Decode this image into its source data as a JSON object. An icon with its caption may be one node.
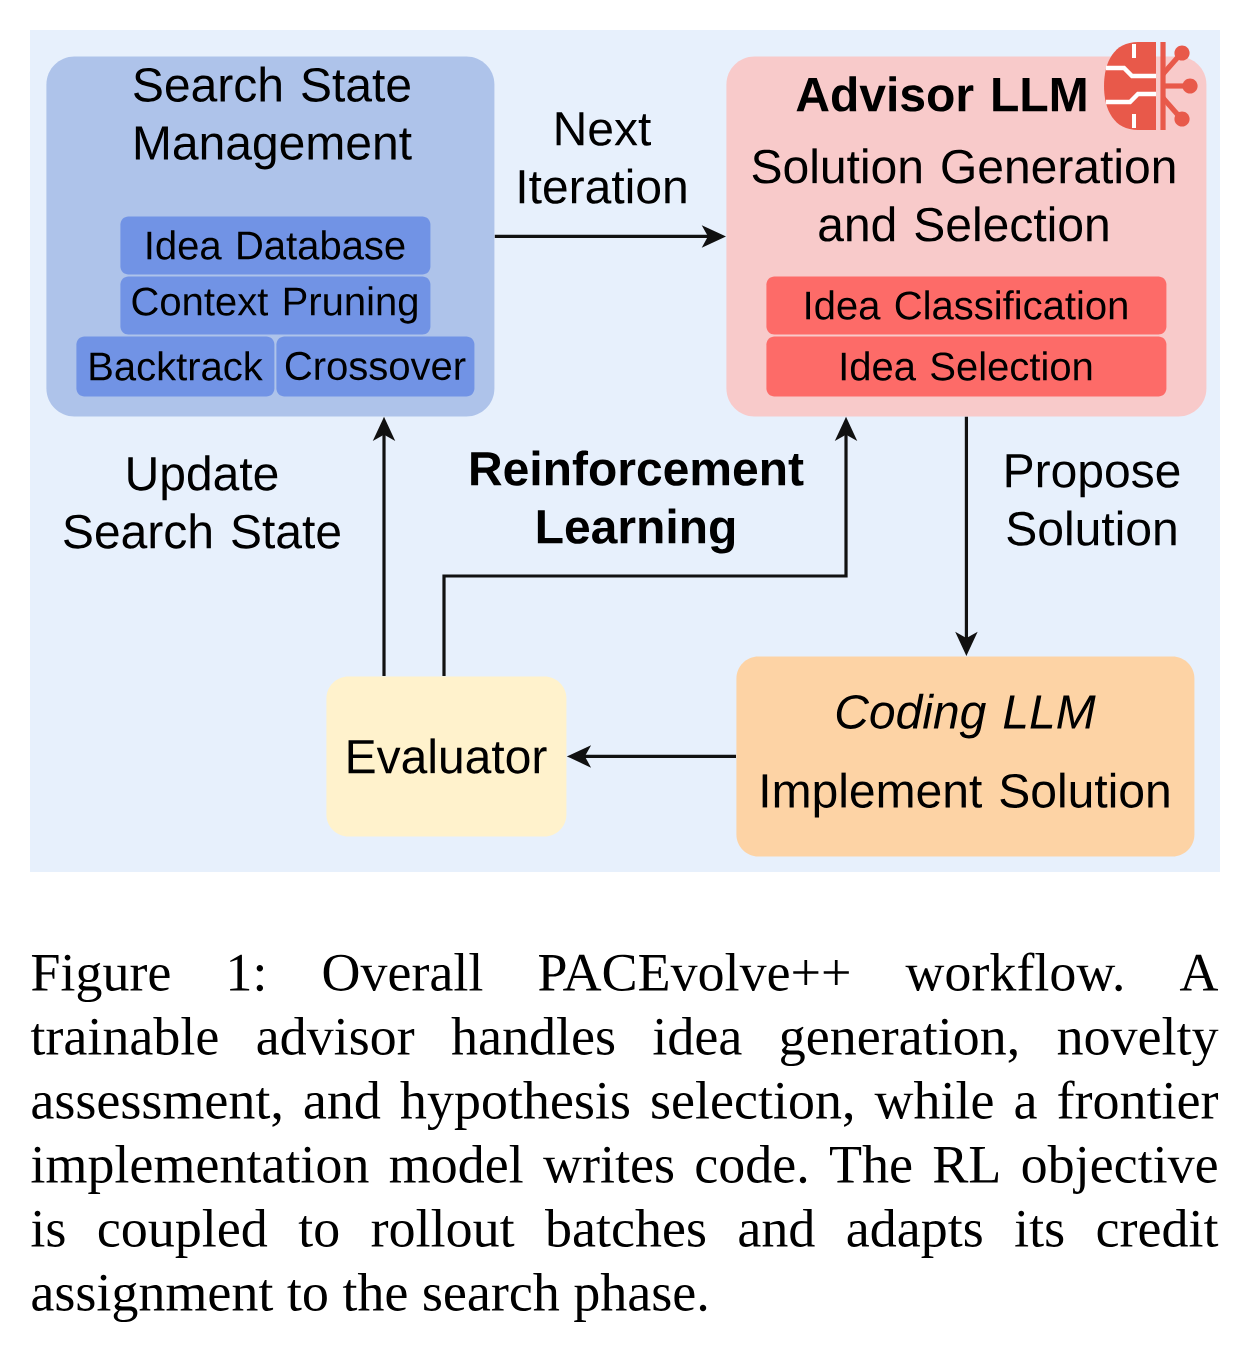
{
  "diagram": {
    "nodes": [
      {
        "text": [
          "Search State Management"
        ]
      },
      {
        "text": [
          "Idea Database"
        ],
        "in": 0
      },
      {
        "text": [
          "Context Pruning"
        ],
        "in": 0
      },
      {
        "text": [
          "Backtrack"
        ],
        "in": 0
      },
      {
        "text": [
          "Crossover"
        ],
        "in": 0
      },
      {
        "text": [
          "Advisor LLM",
          "Solution Generation and Selection"
        ]
      },
      {
        "text": [
          "Idea Classification"
        ],
        "in": 5
      },
      {
        "text": [
          "Idea Selection"
        ],
        "in": 5
      },
      {
        "text": [
          "Evaluator"
        ]
      },
      {
        "text": [
          "Coding LLM",
          "Implement Solution"
        ]
      }
    ],
    "edges": [
      {
        "from": 0,
        "to": 5,
        "arrow": "to",
        "label": "Next Iteration"
      },
      {
        "from": 5,
        "to": 9,
        "arrow": "to",
        "label": "Propose Solution"
      },
      {
        "from": 9,
        "to": 8,
        "arrow": "to"
      },
      {
        "from": 8,
        "to": 0,
        "arrow": "to",
        "label": "Update Search State"
      },
      {
        "from": 8,
        "to": 5,
        "arrow": "to",
        "label": "Reinforcement Learning"
      }
    ],
    "caption": "Figure 1: Overall PACEvolve++ workflow. A trainable advisor handles idea generation, novelty assessment, and hypothesis selection, while a frontier implementation model writes code. The RL objective is coupled to rollout batches and adapts its credit assignment to the search phase."
  }
}
